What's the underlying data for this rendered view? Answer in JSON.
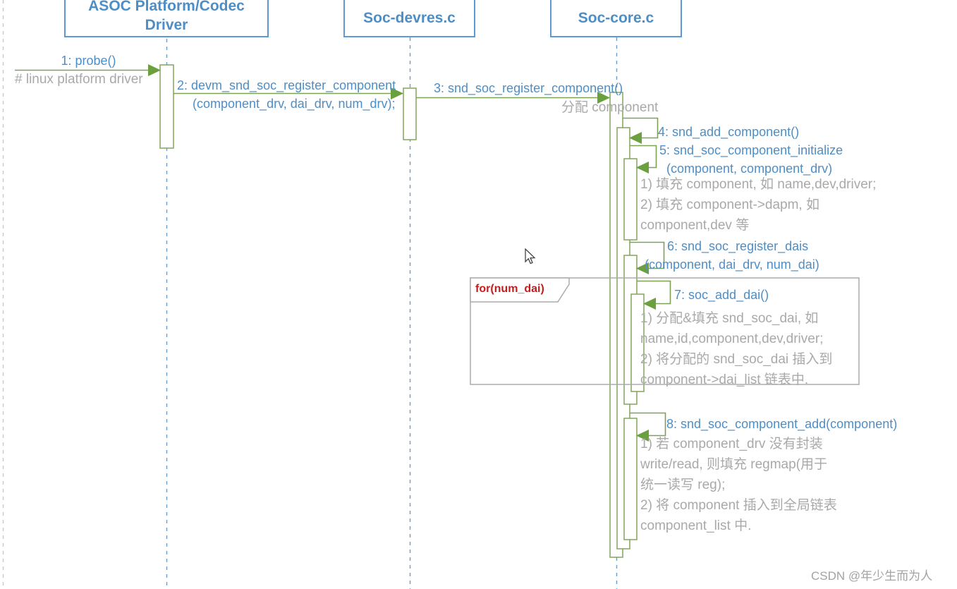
{
  "participants": {
    "asoc": {
      "line1": "ASOC Platform/Codec",
      "line2": "Driver"
    },
    "devres": {
      "label": "Soc-devres.c"
    },
    "core": {
      "label": "Soc-core.c"
    }
  },
  "messages": {
    "m1": {
      "label": "1: probe()",
      "note": "# linux platform driver"
    },
    "m2": {
      "label": "2: devm_snd_soc_register_component",
      "args": "(component_drv, dai_drv, num_drv);"
    },
    "m3": {
      "label": "3: snd_soc_register_component()",
      "note": "分配 component"
    },
    "m4": {
      "label": "4: snd_add_component()"
    },
    "m5": {
      "label": "5: snd_soc_component_initialize",
      "args": "(component, component_drv)",
      "notes": [
        "1) 填充 component, 如 name,dev,driver;",
        "2) 填充 component->dapm, 如",
        "component,dev 等"
      ]
    },
    "m6": {
      "label": "6: snd_soc_register_dais",
      "args": "(component, dai_drv, num_dai)"
    },
    "m7": {
      "label": "7: soc_add_dai()",
      "notes": [
        "1) 分配&填充 snd_soc_dai, 如",
        "name,id,component,dev,driver;",
        "2) 将分配的 snd_soc_dai 插入到",
        "component->dai_list 链表中."
      ]
    },
    "m8": {
      "label": "8: snd_soc_component_add(component)",
      "notes": [
        "1) 若 component_drv 没有封装",
        "write/read, 则填充 regmap(用于",
        "统一读写 reg);",
        "2) 将 component 插入到全局链表",
        "component_list 中."
      ]
    }
  },
  "fragment": {
    "label": "for(num_dai)"
  },
  "watermark": "CSDN @年少生而为人",
  "colors": {
    "blue_text": "#4e8ec6",
    "box_border": "#5b9bd5",
    "green_line": "#7da153",
    "arrow_fill": "#6ba03e",
    "gray_text": "#a9a9a9",
    "fragment_border": "#ababab",
    "red_label": "#c21e1e"
  }
}
